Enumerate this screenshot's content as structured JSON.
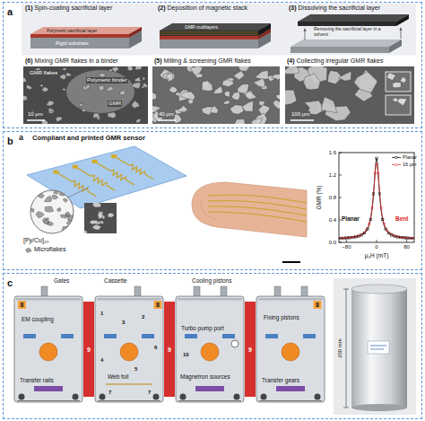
{
  "diagram": {
    "nodes": [
      {
        "text": [
          "a"
        ]
      },
      {
        "text": [
          "b"
        ]
      },
      {
        "text": [
          "c"
        ]
      }
    ],
    "labels": [
      "(1)",
      "Spin-coating sacrificial layer",
      "(2)",
      "Deposition of magnetic stack",
      "(3)",
      "Dissolving the sacrificial layer",
      "Polymeric sacrificial layer",
      "Rigid substrate",
      "GMR multilayers",
      "Removing the sacrificial layer in a solvent",
      "(6)",
      "Mixing GMR flakes in a binder",
      "(5)",
      "Milling & screening GMR flakes",
      "(4)",
      "Collecting irregular GMR flakes",
      "GMR flakes",
      "Polymeric binder",
      "GMR",
      "10 μm",
      "40 μm",
      "100 μm",
      "a",
      "Compliant and printed GMR sensor",
      "[Py/Cu]₂₀",
      "Microflakes",
      "GMR (%)",
      "1.6",
      "1.2",
      "0.8",
      "0.4",
      "0.0",
      "−80",
      "0",
      "80",
      "μ₀H (mT)",
      "Planar",
      "Bent",
      "Gates",
      "Cassette",
      "Cooling pistons",
      "EM coupling",
      "Fixing pistons",
      "Turbo pump port",
      "Web foil",
      "Magnetron sources",
      "Transfer rails",
      "Transfer gears",
      "200 mm",
      "8",
      "8",
      "8",
      "9",
      "9",
      "9",
      "10",
      "1",
      "2",
      "3",
      "4",
      "5",
      "6",
      "7",
      "7"
    ],
    "legend": [
      {
        "text": "Planar"
      },
      {
        "text": "16 μm"
      }
    ]
  }
}
